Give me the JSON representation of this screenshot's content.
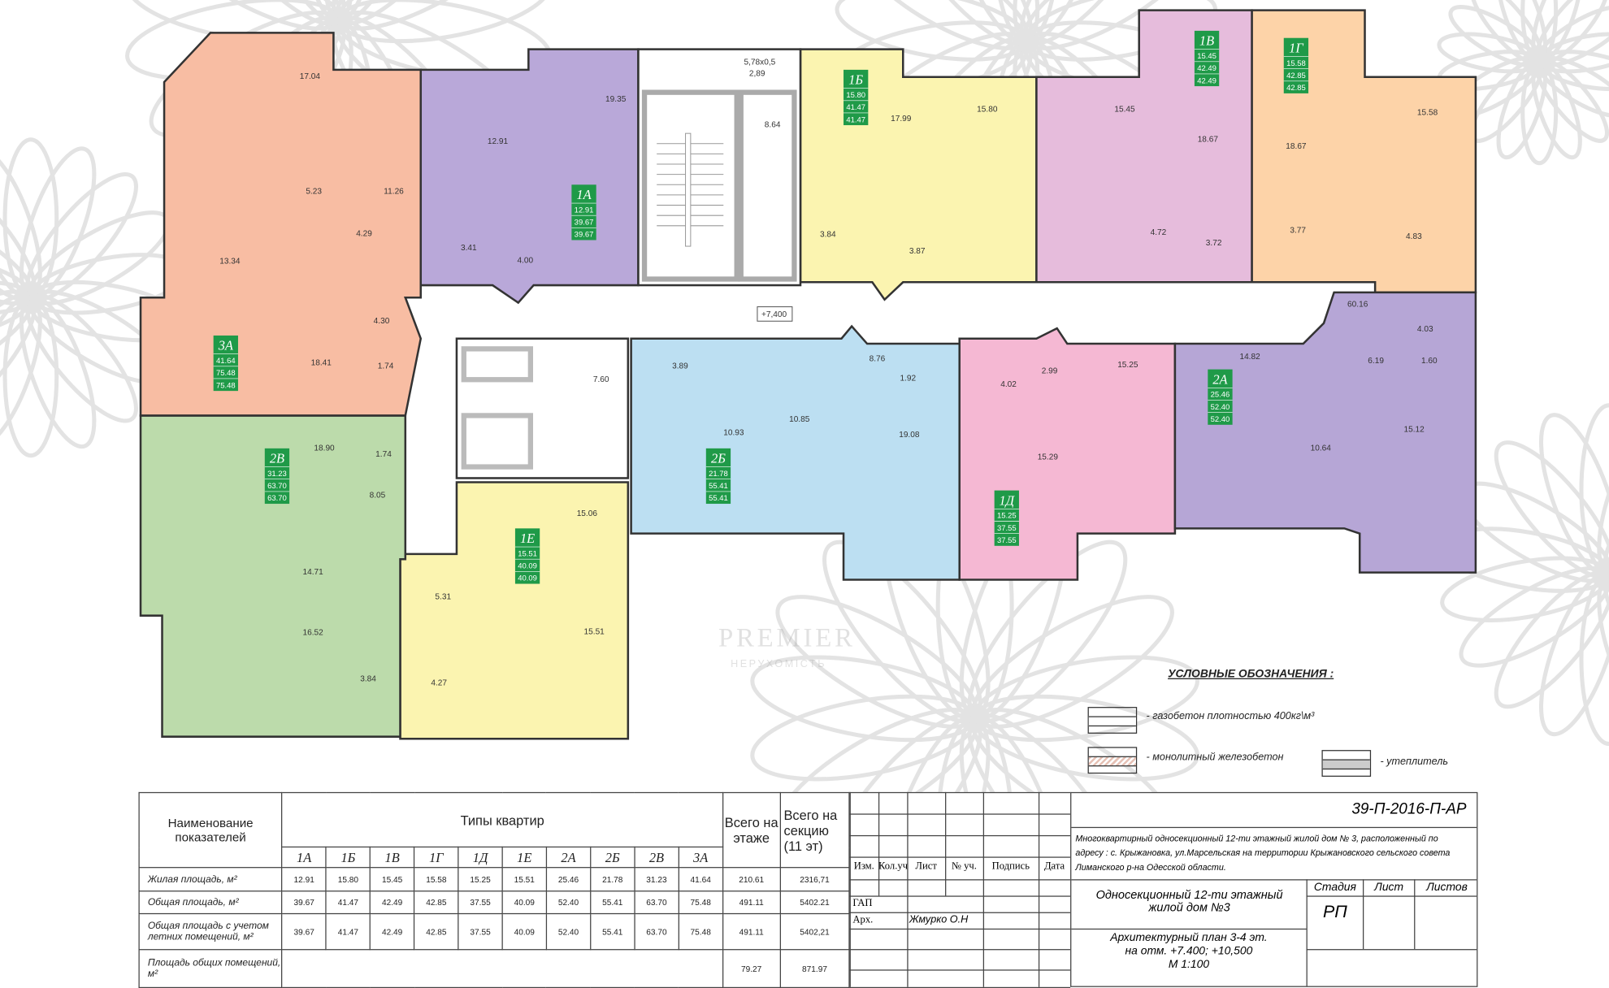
{
  "plan": {
    "elevation": "+7,400",
    "balcony_calc": "5,78x0,5",
    "balcony_area": "2,89",
    "stair_hall_area": "8.64",
    "corridor_area": "7.60",
    "watermark_line1": "PREMIER",
    "watermark_line2": "НЕРУХОМІСТЬ",
    "badge_color": "#1f9a48"
  },
  "apartments": [
    {
      "code": "1А",
      "living": "12.91",
      "total": "39.67",
      "total_summer": "39.67",
      "color": "#b9a8d9",
      "rooms": [
        "12.91",
        "19.35",
        "3.41",
        "4.00"
      ]
    },
    {
      "code": "1Б",
      "living": "15.80",
      "total": "41.47",
      "total_summer": "41.47",
      "color": "#fbf4b0",
      "rooms": [
        "17.99",
        "15.80",
        "3.84",
        "3.87"
      ]
    },
    {
      "code": "1В",
      "living": "15.45",
      "total": "42.49",
      "total_summer": "42.49",
      "color": "#e6bcdc",
      "rooms": [
        "15.45",
        "18.67",
        "4.72",
        "3.72"
      ]
    },
    {
      "code": "1Г",
      "living": "15.58",
      "total": "42.85",
      "total_summer": "42.85",
      "color": "#fdd3a8",
      "rooms": [
        "15.58",
        "18.67",
        "3.77",
        "4.83"
      ]
    },
    {
      "code": "1Д",
      "living": "15.25",
      "total": "37.55",
      "total_summer": "37.55",
      "color": "#f5b8d3",
      "rooms": [
        "4.02",
        "2.99",
        "15.25",
        "15.29"
      ]
    },
    {
      "code": "1Е",
      "living": "15.51",
      "total": "40.09",
      "total_summer": "40.09",
      "color": "#fbf4b0",
      "rooms": [
        "15.06",
        "5.31",
        "15.51",
        "4.27"
      ]
    },
    {
      "code": "2А",
      "living": "25.46",
      "total": "52.40",
      "total_summer": "52.40",
      "color": "#b6a6d6",
      "rooms": [
        "60.16",
        "4.03",
        "14.82",
        "6.19",
        "1.60",
        "10.64",
        "15.12"
      ]
    },
    {
      "code": "2Б",
      "living": "21.78",
      "total": "55.41",
      "total_summer": "55.41",
      "color": "#bcdff2",
      "rooms": [
        "3.89",
        "8.76",
        "1.92",
        "10.93",
        "10.85",
        "19.08"
      ]
    },
    {
      "code": "2В",
      "living": "31.23",
      "total": "63.70",
      "total_summer": "63.70",
      "color": "#bcdbab",
      "rooms": [
        "18.90",
        "1.74",
        "8.05",
        "14.71",
        "16.52",
        "3.84"
      ]
    },
    {
      "code": "3А",
      "living": "41.64",
      "total": "75.48",
      "total_summer": "75.48",
      "color": "#f8bda3",
      "rooms": [
        "17.04",
        "11.26",
        "5.23",
        "13.34",
        "4.29",
        "4.30",
        "18.41",
        "1.74"
      ]
    }
  ],
  "legend": {
    "title": "УСЛОВНЫЕ ОБОЗНАЧЕНИЯ   :",
    "items": [
      "- газобетон плотностью 400кг\\м³",
      "- монолитный железобетон",
      "- утеплитель"
    ]
  },
  "table": {
    "col_name": "Наименование показателей",
    "col_types": "Типы квартир",
    "col_floor": "Всего на этаже",
    "col_section": "Всего на секцию (11 эт)",
    "rows": [
      {
        "label": "Жилая площадь, м²",
        "floor": "210.61",
        "section": "2316,71"
      },
      {
        "label": "Общая площадь, м²",
        "floor": "491.11",
        "section": "5402.21"
      },
      {
        "label": "Общая площадь с учетом летних помещений, м²",
        "floor": "491.11",
        "section": "5402,21"
      },
      {
        "label": "Площадь общих помещений, м²",
        "floor": "79.27",
        "section": "871.97"
      }
    ]
  },
  "stamp": {
    "headers": [
      "Изм.",
      "Кол.уч",
      "Лист",
      "№ уч.",
      "Подпись",
      "Дата"
    ],
    "role_gap": "ГАП",
    "role_arch": "Арх.",
    "arch_name": "Жмурко О.Н"
  },
  "title_block": {
    "code": "39-П-2016-П-АР",
    "description": "Многоквартирный односекционный 12-ти этажный жилой дом № 3, расположенный по адресу : с. Крыжановка, ул.Марсельская на территории Крыжановского сельского совета Лиманского р-на Одесской области.",
    "building": "Односекционный 12-ти этажный жилой дом №3",
    "stage_label": "Стадия",
    "sheet_label": "Лист",
    "sheets_label": "Листов",
    "stage_value": "РП",
    "plan_line1": "Архитектурный план 3-4 эт.",
    "plan_line2": "на отм. +7.400; +10,500",
    "plan_line3": "М 1:100"
  }
}
